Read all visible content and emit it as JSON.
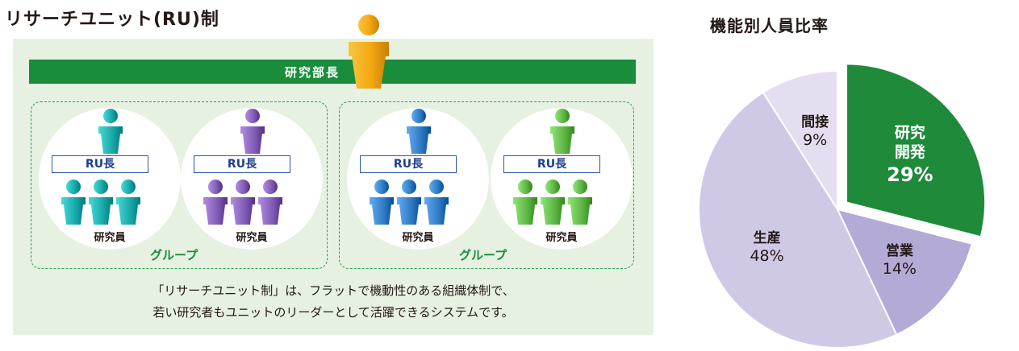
{
  "left_title": "リサーチユニット(RU)制",
  "director_label": "研究部長",
  "group_label": "グループ",
  "units": [
    {
      "leader_label": "RU長",
      "member_label": "研究員",
      "color": "#17a7a7"
    },
    {
      "leader_label": "RU長",
      "member_label": "研究員",
      "color": "#7f5bb3"
    },
    {
      "leader_label": "RU長",
      "member_label": "研究員",
      "color": "#2f7ac2"
    },
    {
      "leader_label": "RU長",
      "member_label": "研究員",
      "color": "#5db444"
    }
  ],
  "caption_lines": [
    "「リサーチユニット制」は、フラットで機動性のある組織体制で、",
    "若い研究者もユニットのリーダーとして活躍できるシステムです。"
  ],
  "director_color": "#f3a812",
  "chart_data": {
    "type": "pie",
    "title": "機能別人員比率",
    "slices": [
      {
        "label": "研究開発",
        "label_lines": [
          "研究",
          "開発"
        ],
        "value": 29,
        "display": "29%",
        "color": "#1e8a3a"
      },
      {
        "label": "営業",
        "label_lines": [
          "営業"
        ],
        "value": 14,
        "display": "14%",
        "color": "#b4aad6"
      },
      {
        "label": "生産",
        "label_lines": [
          "生産"
        ],
        "value": 48,
        "display": "48%",
        "color": "#d0c9e6"
      },
      {
        "label": "間接",
        "label_lines": [
          "間接"
        ],
        "value": 9,
        "display": "9%",
        "color": "#e4def0"
      }
    ]
  }
}
